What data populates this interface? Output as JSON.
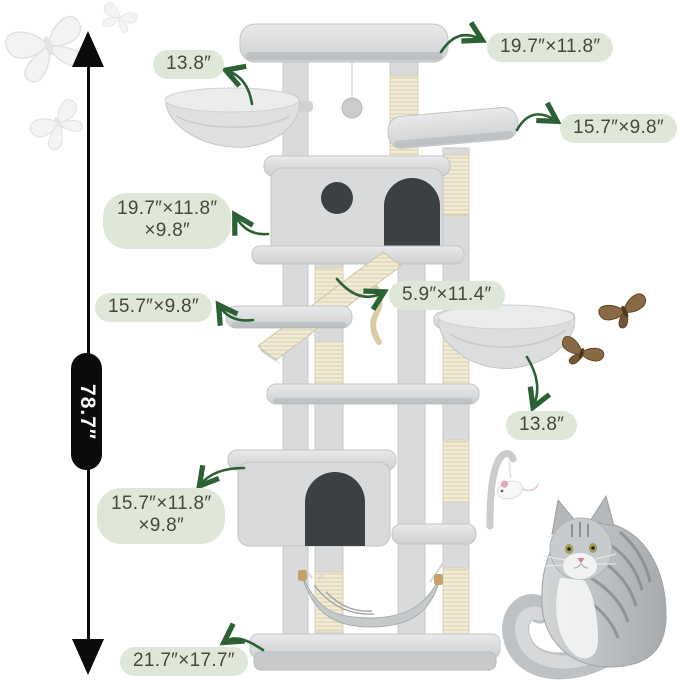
{
  "diagram": {
    "height_label": "78.7″",
    "labels": {
      "top_basket": "13.8″",
      "top_platform": "19.7″×11.8″",
      "upper_right_platform": "15.7″×9.8″",
      "top_condo_line1": "19.7″×11.8″",
      "top_condo_line2": "×9.8″",
      "mid_left_platform": "15.7″×9.8″",
      "ramp": "5.9″×11.4″",
      "right_basket": "13.8″",
      "lower_condo_line1": "15.7″×11.8″",
      "lower_condo_line2": "×9.8″",
      "base": "21.7″×17.7″"
    },
    "colors": {
      "label_bg": "#dfe8d8",
      "label_text": "#44493f",
      "arrow": "#2c6134",
      "dimension": "#0b0b0b",
      "plush": "#d9dadb",
      "plush_light": "#e9eaeb",
      "plush_dark": "#aeb2b4",
      "sisal": "#f1ebda",
      "opening": "#3c4043",
      "cat_fur": "#b9bcbf",
      "cat_white": "#f1f2f2",
      "moth_brown": "#8a6a44"
    },
    "illustration": {
      "subject": "cat-tree-with-dimensions",
      "decor_icons": [
        "butterfly-icon",
        "moth-icon",
        "cat-image"
      ]
    }
  }
}
